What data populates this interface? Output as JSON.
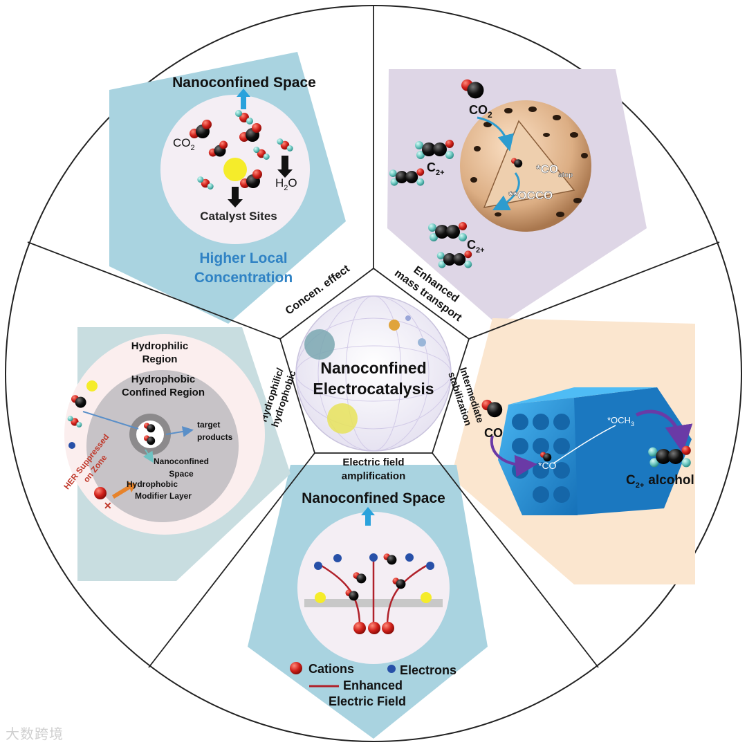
{
  "center": {
    "title_line1": "Nanoconfined",
    "title_line2": "Electrocatalysis"
  },
  "labels": {
    "concen": "Concen. effect",
    "mass_line1": "Enhanced",
    "mass_line2": "mass transport",
    "stab_line1": "Intermediate",
    "stab_line2": "stabilization",
    "field_line1": "Electric field",
    "field_line2": "amplification",
    "hydro_line1": "Hydrophilic/",
    "hydro_line2": "hydrophobic"
  },
  "panel_concentration": {
    "title": "Nanoconfined Space",
    "co2": "CO",
    "co2_sub": "2",
    "h2o": "H",
    "h2o_sub": "2",
    "h2o_end": "O",
    "catalyst_sites": "Catalyst Sites",
    "footer_line1": "Higher Local",
    "footer_line2": "Concentration"
  },
  "panel_mass_transport": {
    "co2": "CO",
    "co2_sub": "2",
    "c2_a": "C",
    "c2_a_sub": "2+",
    "c2_b": "C",
    "c2_b_sub": "2+",
    "co_atop": "*CO",
    "co_atop_sub": "atop",
    "occo": "**OCCO"
  },
  "panel_stabilization": {
    "co": "CO",
    "och3": "*OCH",
    "och3_sub": "3",
    "star_co": "*CO",
    "c2": "C",
    "c2_sub": "2+",
    "alcohol": "alcohol"
  },
  "panel_field": {
    "title": "Nanoconfined Space",
    "cations": "Cations",
    "electrons": "Electrons",
    "enhanced_line1": "Enhanced",
    "enhanced_line2": "Electric Field"
  },
  "panel_hydro": {
    "hydrophilic_line1": "Hydrophilic",
    "hydrophilic_line2": "Region",
    "hydrophobic_line1": "Hydrophobic",
    "hydrophobic_line2": "Confined Region",
    "target_line1": "target",
    "target_line2": "products",
    "nano_line1": "Nanoconfined",
    "nano_line2": "Space",
    "her_line1": "HER Suppressed",
    "her_line2": "on Zone",
    "modifier_line1": "Hydrophobic",
    "modifier_line2": "Modifier Layer"
  },
  "watermark": "大数跨境",
  "colors": {
    "panel_blue": "#a9d3e0",
    "panel_purple": "#ded6e6",
    "panel_peach": "#fbe6cf",
    "panel_teal": "#c8dde0",
    "accent_blue": "#2f82c4",
    "red_text": "#c0392b",
    "field_line": "#b0212a"
  }
}
